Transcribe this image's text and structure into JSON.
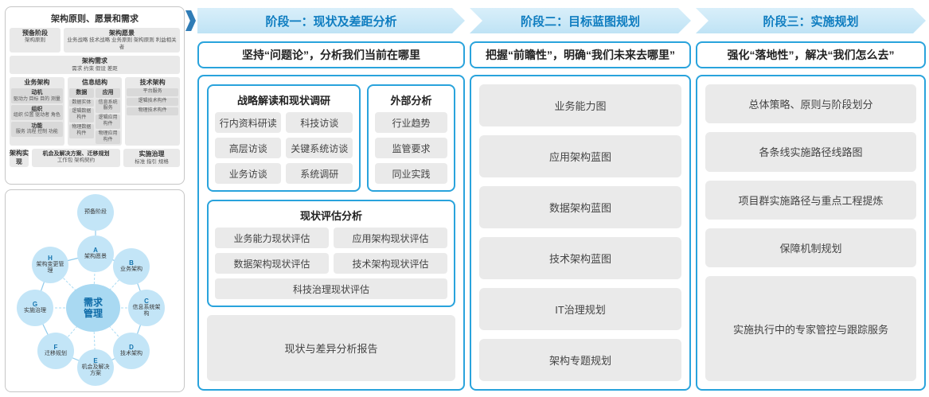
{
  "colors": {
    "accent": "#29a3dc",
    "header_text": "#0f7dc0",
    "box_gray": "#eaeaea",
    "node_blue": "#c3e5f7"
  },
  "left_top": {
    "title": "架构原则、愿景和需求",
    "prep": {
      "title": "预备阶段",
      "text": "架构原则"
    },
    "vision": {
      "title": "架构愿景",
      "text": "业务战略 技术战略 业务原则 架构原则 利益相关者"
    },
    "requirements": {
      "title": "架构需求",
      "text": "需求 约束 假设 差距"
    },
    "business": {
      "title": "业务架构",
      "groups": [
        {
          "title": "动机",
          "text": "驱动力 目标 目的 测量"
        },
        {
          "title": "组织",
          "text": "组织 位置 驱动者 角色"
        },
        {
          "title": "功能",
          "text": "服务 流程 控制 功能"
        }
      ]
    },
    "information": {
      "title": "信息结构",
      "groups": [
        {
          "title": "数据",
          "items": [
            "数据实体",
            "逻辑数据构件",
            "物理数据构件"
          ]
        },
        {
          "title": "应用",
          "items": [
            "信息系统服务",
            "逻辑应用构件",
            "物理应用构件"
          ]
        }
      ]
    },
    "technology": {
      "title": "技术架构",
      "items": [
        "平台服务",
        "逻辑技术构件",
        "物理技术构件"
      ]
    },
    "implementation": {
      "label": "架构实现",
      "boxes": [
        {
          "title": "机会及解决方案、迁移规划",
          "text": "工作包 架构契约"
        },
        {
          "title": "实施治理",
          "text": "标准 指引 规格"
        }
      ]
    }
  },
  "cycle": {
    "center": {
      "line1": "需求",
      "line2": "管理"
    },
    "nodes": [
      {
        "letter": "",
        "name": "预备阶段"
      },
      {
        "letter": "A",
        "name": "架构愿景"
      },
      {
        "letter": "B",
        "name": "业务架构"
      },
      {
        "letter": "C",
        "name": "信息系统架构"
      },
      {
        "letter": "D",
        "name": "技术架构"
      },
      {
        "letter": "E",
        "name": "机会及解决方案"
      },
      {
        "letter": "F",
        "name": "迁移规划"
      },
      {
        "letter": "G",
        "name": "实施治理"
      },
      {
        "letter": "H",
        "name": "架构变更管理"
      }
    ]
  },
  "phases": [
    {
      "header": "阶段一：现状及差距分析",
      "subtitle": "坚持“问题论”，分析我们当前在哪里"
    },
    {
      "header": "阶段二：目标蓝图规划",
      "subtitle": "把握“前瞻性”，明确“我们未来去哪里”",
      "items": [
        "业务能力图",
        "应用架构蓝图",
        "数据架构蓝图",
        "技术架构蓝图",
        "IT治理规划",
        "架构专题规划"
      ]
    },
    {
      "header": "阶段三：实施规划",
      "subtitle": "强化“落地性”，解决“我们怎么去”",
      "items": [
        "总体策略、原则与阶段划分",
        "各条线实施路径线路图",
        "项目群实施路径与重点工程提炼",
        "保障机制规划",
        "实施执行中的专家管控与跟踪服务"
      ]
    }
  ],
  "phase1_detail": {
    "strategy_box": {
      "title": "战略解读和现状调研",
      "items": [
        "行内资料研读",
        "科技访谈",
        "高层访谈",
        "关键系统访谈",
        "业务访谈",
        "系统调研"
      ]
    },
    "external_box": {
      "title": "外部分析",
      "items": [
        "行业趋势",
        "监管要求",
        "同业实践"
      ]
    },
    "assessment_box": {
      "title": "现状评估分析",
      "items": [
        "业务能力现状评估",
        "应用架构现状评估",
        "数据架构现状评估",
        "技术架构现状评估",
        "科技治理现状评估"
      ]
    },
    "report": "现状与差异分析报告"
  }
}
